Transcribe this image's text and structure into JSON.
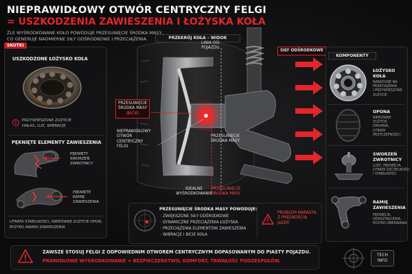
{
  "header": {
    "title_line1": "NIEPRAWIDŁOWY OTWÓR CENTRYCZNY FELGI",
    "title_line2": "= USZKODZENIA ZAWIESZENIA I ŁOŻYSKA KOŁA",
    "subtitle_line1": "ŹLE WYŚRODKOWANE KOŁO POWODUJE PRZESUNIĘCIE ŚRODKA MASY,",
    "subtitle_line2": "CO GENERUJE NADMIERNE SIŁY ODŚRODKOWE I PRZECIĄŻENIA."
  },
  "left": {
    "tag": "SKUTKI",
    "bearing_title": "USZKODZONE ŁOŻYSKO KOŁA",
    "bearing_warn_line1": "PRZYSPIESZONE ZUŻYCIE",
    "bearing_warn_line2": "HAŁAS, LUZ, WIBRACJE",
    "susp_title": "PĘKNIĘTE ELEMENTY ZAWIESZENIA",
    "knuckle_label_l1": "PĘKNIĘTY",
    "knuckle_label_l2": "SWORZEŃ",
    "knuckle_label_l3": "ZWROTNICY",
    "arm_label_l1": "PĘKNIĘTE",
    "arm_label_l2": "RAMIĘ",
    "arm_label_l3": "ZAWIESZENIA",
    "result_line1": "UTRATA STABILNOŚCI, NIERÓWNE ZUŻYCIE OPON,",
    "result_line2": "RYZYKO AWARII ZAWIESZENIA"
  },
  "center": {
    "tab": "PRZEKRÓJ KOŁA – WIDOK TECHNICZNY",
    "axis_label_l1": "LINIA OSI",
    "axis_label_l2": "POJAZDU",
    "forces_label": "SIŁY ODŚRODKOWE",
    "mass_shift_l1": "PRZESUNIĘCIE",
    "mass_shift_l2": "ŚRODKA MASY",
    "mass_shift_l3": "(BICIE)",
    "bad_hole_l1": "NIEPRAWIDŁOWY",
    "bad_hole_l2": "OTWÓR",
    "bad_hole_l3": "CENTRYCZNY",
    "bad_hole_l4": "FELGI",
    "shift_small_l1": "PRZESUNIĘCIE",
    "shift_small_l2": "ŚRODKA MASY",
    "ideal_l1": "IDEALNE",
    "ideal_l2": "WYŚRODKOWANIE",
    "shift_bottom_l1": "PRZESUNIĘCIE",
    "shift_bottom_l2": "ŚRODKA MASY"
  },
  "components": {
    "tab": "KOMPONENTY",
    "items": [
      {
        "name_l1": "ŁOŻYSKO",
        "name_l2": "KOŁA",
        "desc_l1": "NARAŻONE NA",
        "desc_l2": "PRZECIĄŻENIA",
        "desc_l3": "I PRZYSPIESZONE",
        "desc_l4": "ZUŻYCIE"
      },
      {
        "name_l1": "OPONA",
        "name_l2": "",
        "desc_l1": "NIERÓWNE",
        "desc_l2": "ZUŻYCIE,",
        "desc_l3": "DRGANIA,",
        "desc_l4": "UTRATA PRZYCZEPNOŚCI"
      },
      {
        "name_l1": "SWORZEŃ",
        "name_l2": "ZWROTNICY",
        "desc_l1": "LUZY, PĘKNIĘCIA,",
        "desc_l2": "UTRATA SZCZELNOŚCI",
        "desc_l3": "I STABILNOŚCI",
        "desc_l4": ""
      },
      {
        "name_l1": "RAMIĘ",
        "name_l2": "ZAWIESZENIA",
        "desc_l1": "PĘKNIĘCIA,",
        "desc_l2": "ODKSZTAŁCENIA,",
        "desc_l3": "RYZYKO OBERWANIA",
        "desc_l4": ""
      }
    ]
  },
  "info": {
    "title": "PRZESUNIĘCIE ŚRODKA MASY POWODUJE:",
    "items": [
      "ZWIĘKSZONE SIŁY ODŚRODKOWE",
      "DYNAMICZNE PRZECIĄŻENIA ŁOŻYSKA",
      "PRZECIĄŻENIA ELEMENTÓW ZAWIESZENIA",
      "WIBRACJE I BICIE KOŁA"
    ],
    "warn_l1": "PROBLEM NARASTA",
    "warn_l2": "Z PRĘDKOŚCIĄ",
    "warn_l3": "JAZDY"
  },
  "footer": {
    "line1": "ZAWSZE STOSUJ FELGI Z ODPOWIEDNIM OTWOREM CENTRYCZNYM DOPASOWANYM DO PIASTY POJAZDU.",
    "line2": "PRAWIDŁOWE WYŚRODKOWANIE = BEZPIECZEŃSTWO, KOMFORT, TRWAŁOŚĆ PODZESPOŁÓW.",
    "tech_l1": "TECH",
    "tech_l2": "INFO"
  },
  "colors": {
    "accent_red": "#e3262b",
    "background": "#0c0c0d"
  }
}
